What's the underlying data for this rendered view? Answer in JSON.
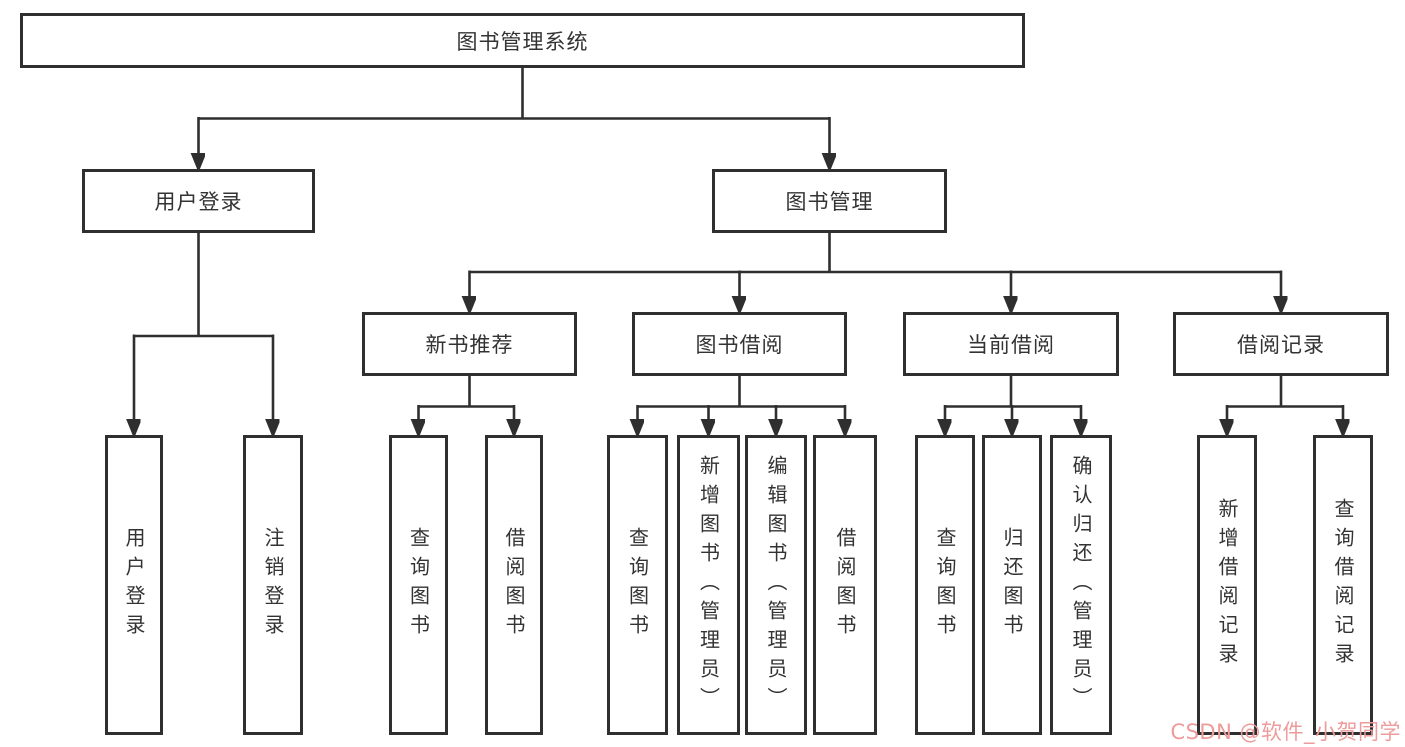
{
  "watermark": "CSDN @软件_小贺同学",
  "colors": {
    "line": "#2f2f2f",
    "text": "#333333",
    "watermark": "#ee9b9b",
    "background": "#ffffff"
  },
  "tree": {
    "root": {
      "label": "图书管理系统"
    },
    "branches": [
      {
        "label": "用户登录",
        "leaves": [
          "用户登录",
          "注销登录"
        ]
      },
      {
        "label": "图书管理",
        "children": [
          {
            "label": "新书推荐",
            "leaves": [
              "查询图书",
              "借阅图书"
            ]
          },
          {
            "label": "图书借阅",
            "leaves": [
              "查询图书",
              "新增图书（管理员）",
              "编辑图书（管理员）",
              "借阅图书"
            ]
          },
          {
            "label": "当前借阅",
            "leaves": [
              "查询图书",
              "归还图书",
              "确认归还（管理员）"
            ]
          },
          {
            "label": "借阅记录",
            "leaves": [
              "新增借阅记录",
              "查询借阅记录"
            ]
          }
        ]
      }
    ]
  }
}
